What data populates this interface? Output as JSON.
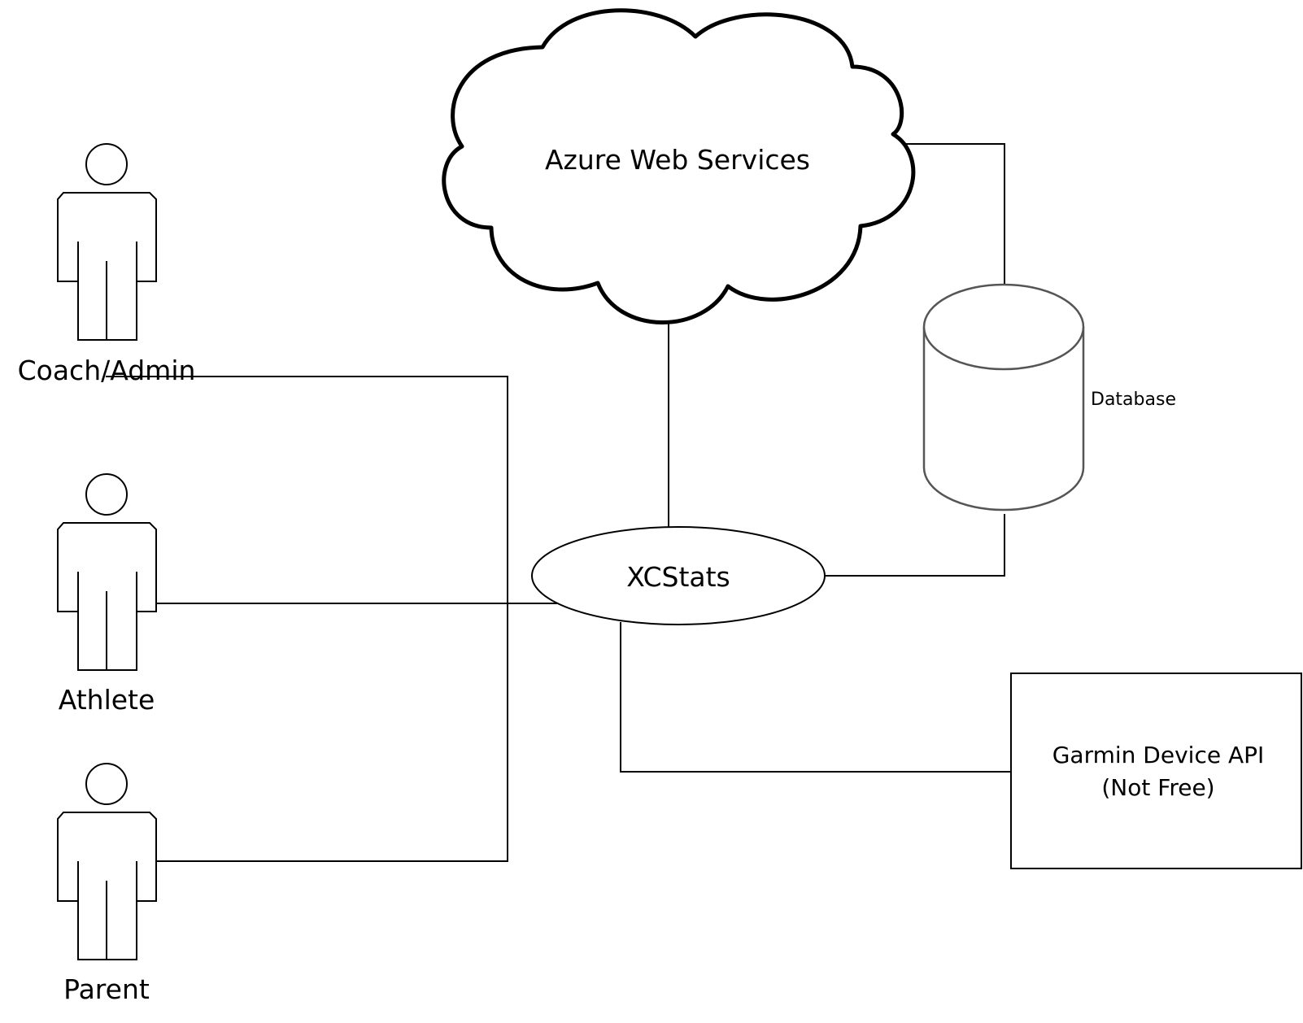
{
  "actors": [
    {
      "id": "coach",
      "label": "Coach/Admin"
    },
    {
      "id": "athlete",
      "label": "Athlete"
    },
    {
      "id": "parent",
      "label": "Parent"
    }
  ],
  "cloud": {
    "label": "Azure Web Services"
  },
  "database": {
    "label": "Database"
  },
  "app": {
    "label": "XCStats"
  },
  "external_api": {
    "line1": "Garmin Device API",
    "line2": "(Not Free)"
  },
  "colors": {
    "stroke": "#000000",
    "database_stroke": "#555555",
    "background": "#ffffff"
  }
}
